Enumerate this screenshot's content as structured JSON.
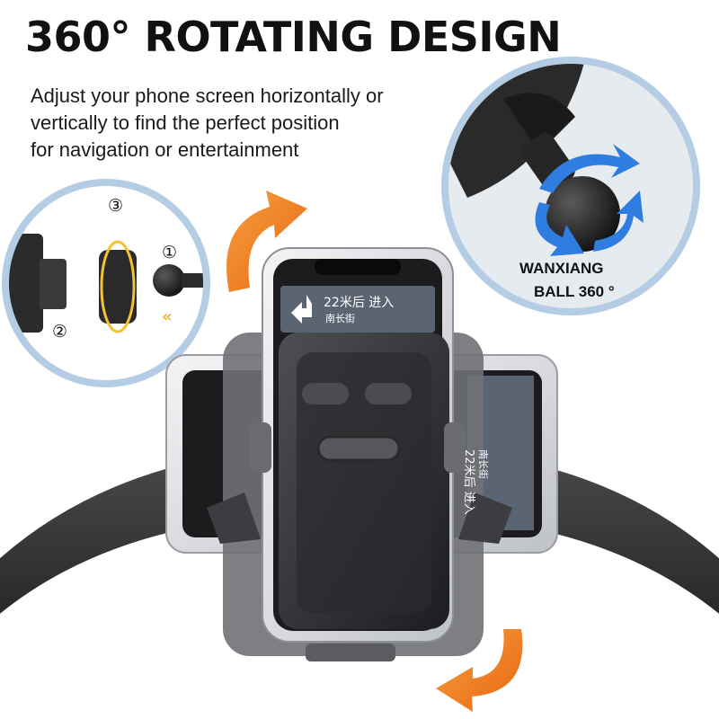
{
  "headline": "360° ROTATING DESIGN",
  "description": {
    "line1": "Adjust your phone screen horizontally or",
    "line2": "vertically to find the perfect position",
    "line3": "for navigation or entertainment"
  },
  "callout": {
    "line1": "WANXIANG",
    "line2": "BALL 360 °"
  },
  "steps": {
    "one": "①",
    "two": "②",
    "three": "③"
  },
  "nav_screen": {
    "distance": "22米后 进入",
    "street": "南长街",
    "side_distance": "22米后 进入",
    "side_street": "南长街"
  },
  "colors": {
    "arrow_orange": "#f07a1a",
    "ring_blue": "#b5cde4",
    "ball_blue": "#2f7de0",
    "steering_wheel": "#3a3a3a"
  }
}
